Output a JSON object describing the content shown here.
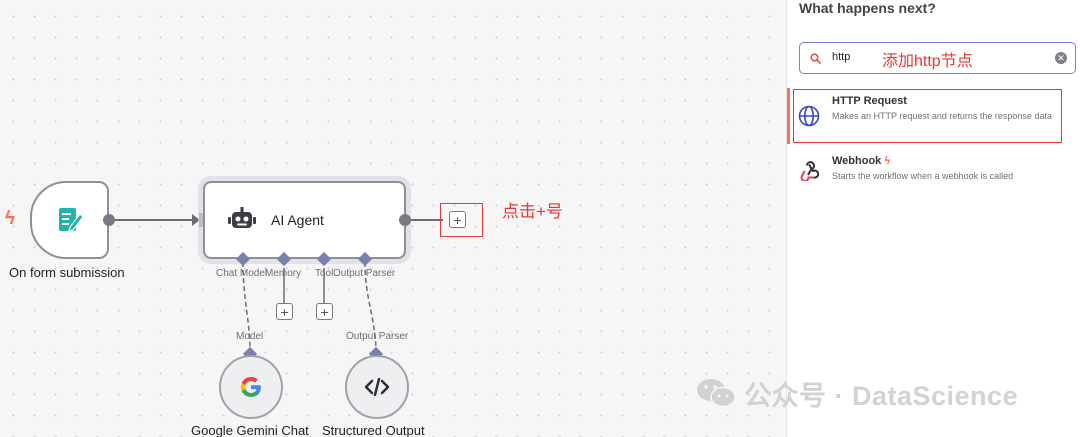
{
  "canvas": {
    "trigger": {
      "label": "On form submission"
    },
    "agent": {
      "title": "AI Agent"
    },
    "sub_ports": [
      "Chat Model",
      "Memory",
      "Tool",
      "Output Parser"
    ],
    "model_link_label": "Model",
    "parser_link_label": "Output Parser",
    "gemini": {
      "label": "Google Gemini Chat"
    },
    "structured": {
      "label": "Structured Output"
    },
    "annotation_click_plus": "点击+号",
    "plus_symbol": "+"
  },
  "panel": {
    "title": "What happens next?",
    "search": {
      "value": "http",
      "annotation": "添加http节点"
    },
    "results": [
      {
        "title": "HTTP Request",
        "description": "Makes an HTTP request and returns the response data"
      },
      {
        "title": "Webhook",
        "description": "Starts the workflow when a webhook is called"
      }
    ]
  },
  "watermark": "公众号 · DataScience",
  "colors": {
    "accent": "#7b7fe4",
    "trigger_bolt": "#ff6d5a",
    "annotation": "#e53935"
  }
}
